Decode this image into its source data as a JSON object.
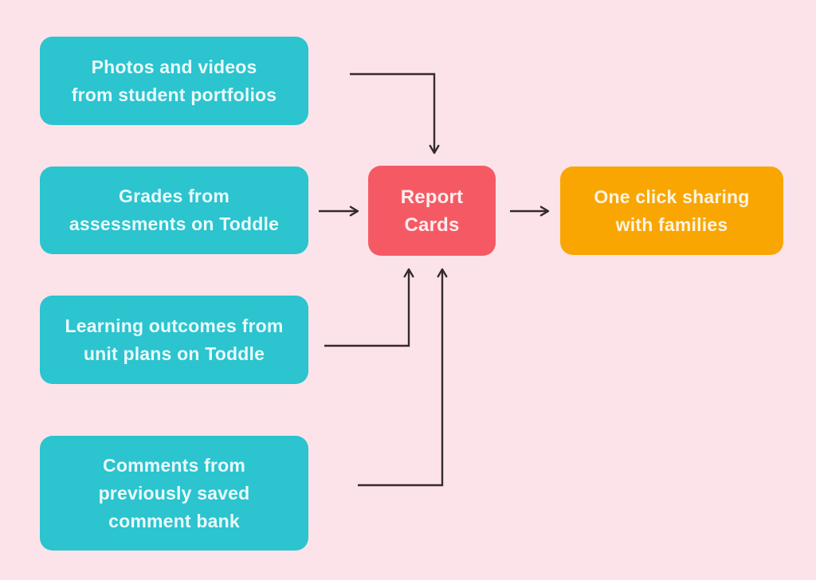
{
  "colors": {
    "background": "#fce3e9",
    "teal": "#2bc4cf",
    "coral": "#f55a64",
    "orange": "#f9a602",
    "arrow": "#332b2e",
    "teal_text": "#eafafb",
    "coral_text": "#ffeeef",
    "orange_text": "#fdf4e2"
  },
  "nodes": [
    {
      "id": "photos-videos",
      "lines": [
        "Photos and videos",
        "from student portfolios"
      ]
    },
    {
      "id": "grades-assessments",
      "lines": [
        "Grades from",
        "assessments on Toddle"
      ]
    },
    {
      "id": "learning-outcomes",
      "lines": [
        "Learning outcomes from",
        "unit plans on Toddle"
      ]
    },
    {
      "id": "comment-bank",
      "lines": [
        "Comments from",
        "previously saved",
        "comment bank"
      ]
    },
    {
      "id": "report-cards",
      "lines": [
        "Report",
        "Cards"
      ]
    },
    {
      "id": "one-click-sharing",
      "lines": [
        "One click sharing",
        "with families"
      ]
    }
  ],
  "edges": [
    {
      "from": "photos-videos",
      "to": "report-cards"
    },
    {
      "from": "grades-assessments",
      "to": "report-cards"
    },
    {
      "from": "learning-outcomes",
      "to": "report-cards"
    },
    {
      "from": "comment-bank",
      "to": "report-cards"
    },
    {
      "from": "report-cards",
      "to": "one-click-sharing"
    }
  ]
}
